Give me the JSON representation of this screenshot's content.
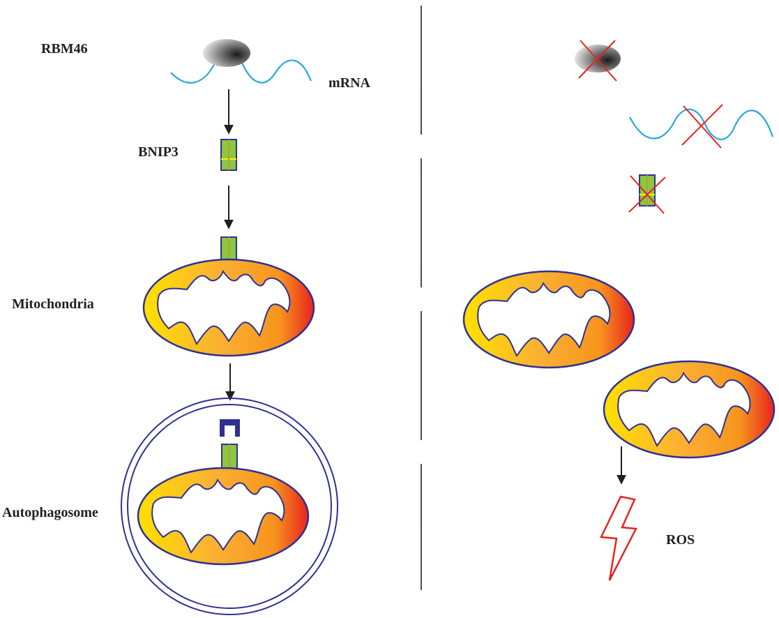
{
  "labels": {
    "rbm46": "RBM46",
    "mrna": "mRNA",
    "bnip3": "BNIP3",
    "mitochondria": "Mitochondria",
    "autophagosome": "Autophagosome",
    "ros": "ROS"
  },
  "colors": {
    "mrna_wave": "#2aa7df",
    "arrow": "#231f20",
    "cross": "#e8231f",
    "bnip3_fill": "#8dc63f",
    "bnip3_accent": "#fff200",
    "bnip3_border": "#2e3192",
    "mito_gradient_start": "#ffe000",
    "mito_gradient_mid": "#f7941d",
    "mito_gradient_end": "#e8231f",
    "mito_border": "#2e3192",
    "autophagosome_membrane": "#2e3192",
    "receptor": "#2e3192",
    "ros_bolt": "#e8231f",
    "divider": "#231f20"
  },
  "icons": {
    "rbm46": "rbm46-protein-icon",
    "bnip3": "bnip3-protein-icon",
    "mitochondrion": "mitochondrion-icon",
    "receptor": "lc3-receptor-icon",
    "ros": "lightning-bolt-icon",
    "absent": "red-x-cross-icon"
  }
}
